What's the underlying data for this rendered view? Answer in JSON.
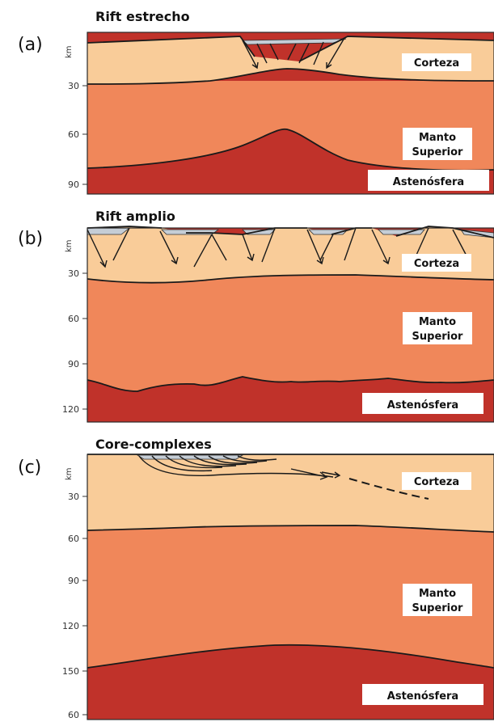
{
  "panels": [
    {
      "letter": "(a)",
      "title": "Rift estrecho",
      "unit": "km",
      "ticks": [
        "30",
        "60",
        "90"
      ],
      "labels": {
        "crust": "Corteza",
        "mantle_line1": "Manto",
        "mantle_line2": "Superior",
        "asthenosphere": "Astenósfera"
      }
    },
    {
      "letter": "(b)",
      "title": "Rift amplio",
      "unit": "km",
      "ticks": [
        "30",
        "60",
        "90",
        "120"
      ],
      "labels": {
        "crust": "Corteza",
        "mantle_line1": "Manto",
        "mantle_line2": "Superior",
        "asthenosphere": "Astenósfera"
      }
    },
    {
      "letter": "(c)",
      "title": "Core-complexes",
      "unit": "km",
      "ticks": [
        "30",
        "60",
        "90",
        "120",
        "150",
        "60"
      ],
      "labels": {
        "crust": "Corteza",
        "mantle_line1": "Manto",
        "mantle_line2": "Superior",
        "asthenosphere": "Astenósfera"
      }
    }
  ],
  "colors": {
    "crust": "#f9cc99",
    "upper_mantle": "#f0875a",
    "asthenosphere": "#c0322a",
    "sediment": "#c5cdd6"
  }
}
